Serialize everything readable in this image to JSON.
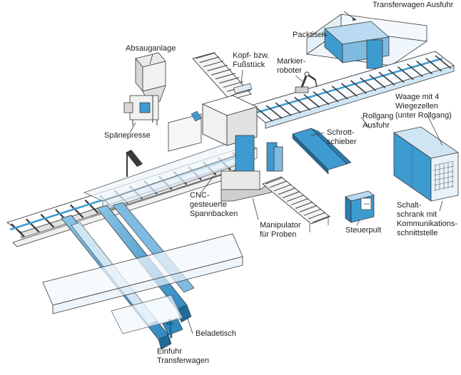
{
  "labels": {
    "transferwagen_ausfuhr": "Transferwagen Ausfuhr",
    "packtisch": "Packtisch",
    "absauganlage": "Absauganlage",
    "kopf_fussstueck": "Kopf- bzw.\nFußstück",
    "markierroboter": "Markier-\nroboter",
    "waage": "Waage mit 4\nWiegezellen\n(unter Rollgang)",
    "spaenepresse": "Spänepresse",
    "rollgang_ausfuhr": "Rollgang\nAusfuhr",
    "schrottschieber": "Schrott-\nschieber",
    "cnc_spannbacken": "CNC-\ngesteuerte\nSpannbacken",
    "manipulator": "Manipulator\nfür Proben",
    "steuerpult": "Steuerpult",
    "schaltschrank": "Schalt-\nschrank mit\nKommunikations-\nschnittstelle",
    "beladetisch": "Beladetisch",
    "einfuhr_transferwagen": "Einfuhr\nTransferwagen"
  },
  "colors": {
    "accent_blue": "#3e9bd0",
    "light_blue": "#b9daf0",
    "pale_blue": "#dceefa",
    "outline": "#3a3a3a",
    "ghost_fill": "#f3f8fc"
  }
}
